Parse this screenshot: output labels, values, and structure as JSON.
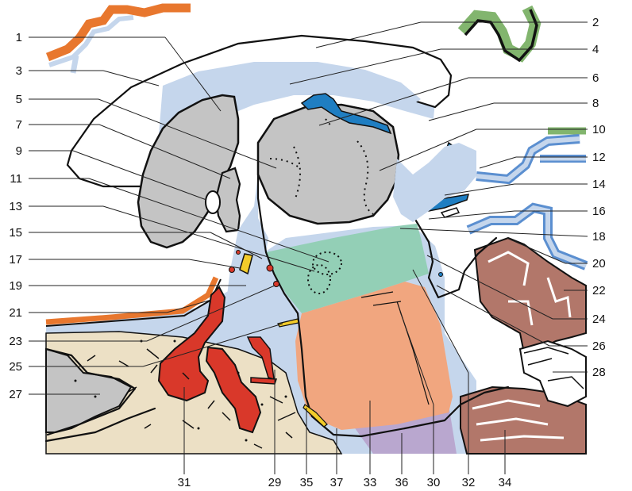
{
  "labels_left": [
    "1",
    "3",
    "5",
    "7",
    "9",
    "11",
    "13",
    "15",
    "17",
    "19",
    "21",
    "23",
    "25",
    "27"
  ],
  "labels_right": [
    "2",
    "4",
    "6",
    "8",
    "10",
    "12",
    "14",
    "16",
    "18",
    "20",
    "22",
    "24",
    "26",
    "28"
  ],
  "labels_bottom": [
    "31",
    "29",
    "35",
    "37",
    "33",
    "36",
    "30",
    "32",
    "34"
  ],
  "colors": {
    "ventricle": "#c5d6ec",
    "gray_matter": "#c4c4c4",
    "hypothalamus": "#93cfb6",
    "pons": "#f1a67f",
    "bone": "#ece0c5",
    "artery": "#d9382a",
    "vein": "#1f7ec2",
    "cerebellum": "#b2776a",
    "meninges_orange": "#e8772e",
    "meninges_green": "#82b56e",
    "nerve_yellow": "#f3cc2a",
    "medulla": "#b9a7cf"
  }
}
